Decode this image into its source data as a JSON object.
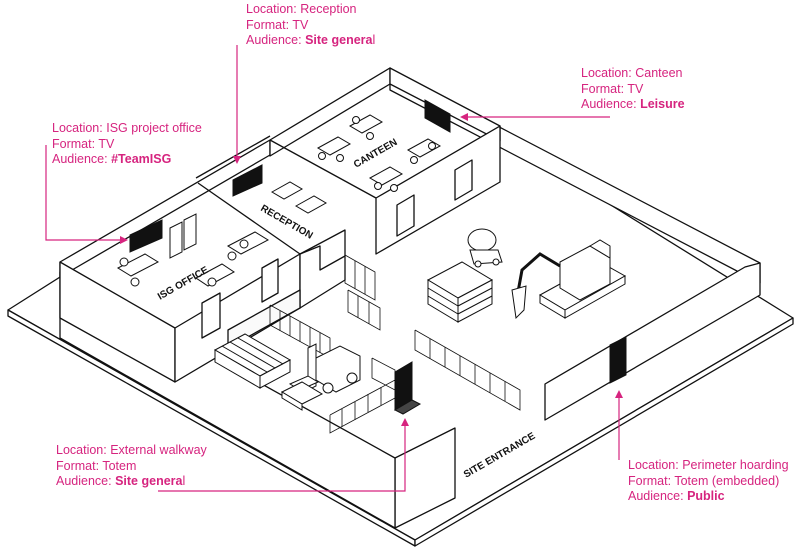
{
  "callouts": {
    "reception": {
      "location_label": "Location: ",
      "location": "Reception",
      "format_label": "Format: ",
      "format": "TV",
      "audience_label": "Audience: ",
      "audience_bold": "Site genera",
      "audience_rest": "l"
    },
    "canteen": {
      "location_label": "Location: ",
      "location": "Canteen",
      "format_label": "Format: ",
      "format": "TV",
      "audience_label": "Audience: ",
      "audience_bold": "Leisure",
      "audience_rest": ""
    },
    "isg_office": {
      "location_label": "Location: ",
      "location": "ISG project office",
      "format_label": "Format: ",
      "format": "TV",
      "audience_label": "Audience: ",
      "audience_bold": "#TeamISG",
      "audience_rest": ""
    },
    "walkway": {
      "location_label": "Location: ",
      "location": "External walkway",
      "format_label": "Format: ",
      "format": "Totem",
      "audience_label": "Audience: ",
      "audience_bold": "Site genera",
      "audience_rest": "l"
    },
    "hoarding": {
      "location_label": "Location: ",
      "location": "Perimeter hoarding",
      "format_label": "Format: ",
      "format": "Totem (embedded)",
      "audience_label": "Audience: ",
      "audience_bold": "Public",
      "audience_rest": ""
    }
  },
  "room_labels": {
    "canteen": "CANTEEN",
    "reception": "RECEPTION",
    "isg_office": "ISG OFFICE",
    "site_entrance": "SITE ENTRANCE"
  },
  "colors": {
    "accent": "#d6247f",
    "line": "#111111",
    "screen": "#111111"
  },
  "icons": [
    "tv-screen-icon",
    "totem-icon",
    "excavator-icon",
    "cement-mixer-icon",
    "forklift-icon",
    "brick-stack-icon",
    "pipe-stack-icon",
    "fence-icon",
    "desk-icon",
    "chair-icon",
    "table-icon",
    "sofa-icon",
    "filing-cabinet-icon"
  ]
}
